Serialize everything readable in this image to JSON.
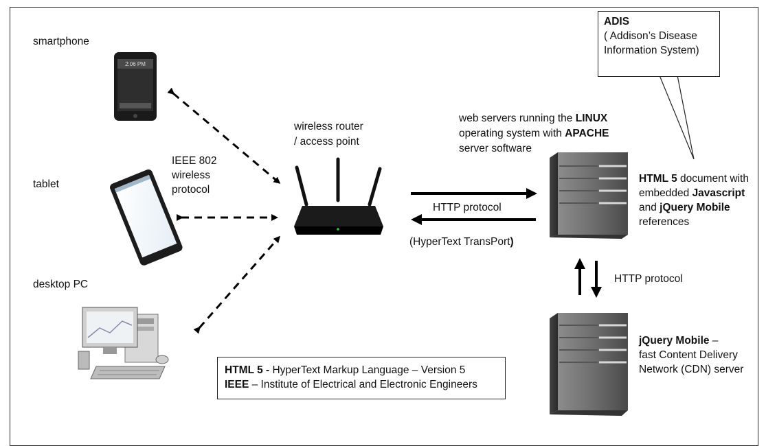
{
  "devices": {
    "smartphone": {
      "label": "smartphone",
      "screen_time": "2:06 PM"
    },
    "tablet": {
      "label": "tablet"
    },
    "desktop": {
      "label": "desktop PC"
    }
  },
  "ieee_label": [
    "IEEE 802",
    "wireless",
    "protocol"
  ],
  "router_label": [
    "wireless router",
    "/ access point"
  ],
  "webserver_label": {
    "line1_pre": "web servers running the ",
    "line1_bold": "LINUX",
    "line2_pre": "operating system with ",
    "line2_bold": "APACHE",
    "line3": "server software"
  },
  "http_top": "HTTP protocol",
  "http_sub": {
    "pre": "(HyperText TransPort",
    "bold": ")"
  },
  "http_vertical": "HTTP protocol",
  "adis": {
    "title": "ADIS",
    "line2": "( Addison’s Disease",
    "line3": "Information System)"
  },
  "html5_doc": {
    "l1_bold": "HTML 5",
    "l1_rest": " document with",
    "l2_pre": "embedded ",
    "l2_bold": "Javascript",
    "l3_pre": "and ",
    "l3_bold": "jQuery Mobile",
    "l4": "references"
  },
  "cdn": {
    "l1_bold": "jQuery Mobile",
    "l1_rest": " –",
    "l2": "fast Content Delivery",
    "l3": "Network (CDN) server"
  },
  "legend": {
    "line1_bold": "HTML 5 - ",
    "line1_rest": "HyperText Markup Language – Version 5",
    "line2_bold": "IEEE",
    "line2_rest": " – Institute of Electrical and Electronic Engineers"
  },
  "colors": {
    "line": "#000000",
    "server_dark": "#5a5a5a",
    "server_light": "#9a9a9a"
  }
}
